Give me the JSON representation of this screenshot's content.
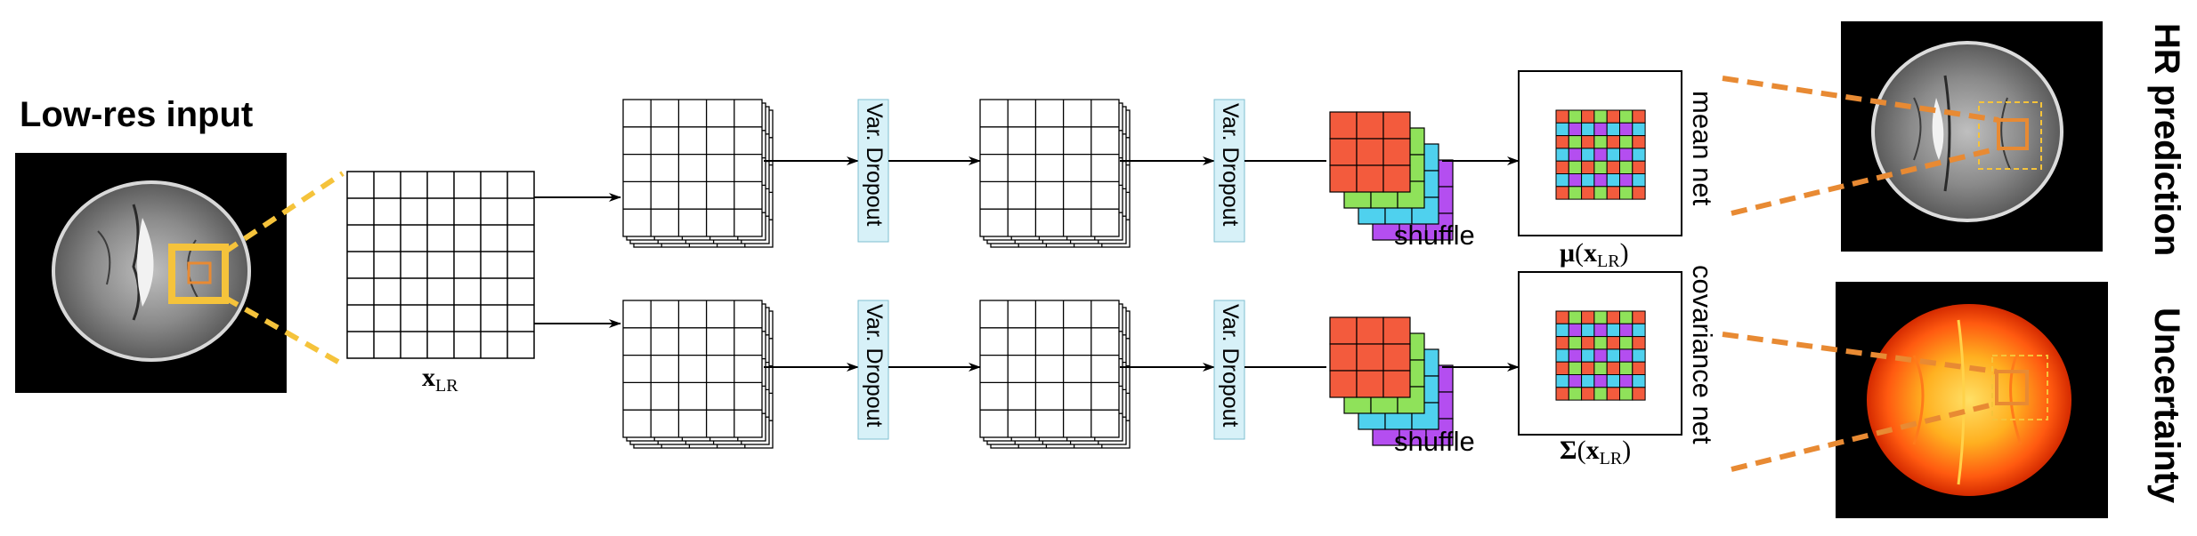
{
  "input": {
    "title": "Low-res input"
  },
  "features": {
    "label_main": "x",
    "label_sub": "LR"
  },
  "dropout": {
    "label": "Var. Dropout"
  },
  "shuffle": {
    "label": "shuffle"
  },
  "mean_branch": {
    "net_label": "mean net",
    "output_symbol": "μ",
    "output_arg_main": "x",
    "output_arg_sub": "LR"
  },
  "cov_branch": {
    "net_label": "covariance net",
    "output_symbol": "Σ",
    "output_arg_main": "x",
    "output_arg_sub": "LR"
  },
  "outputs": {
    "hr_label": "HR prediction",
    "uncertainty_label": "Uncertainty"
  },
  "colors": {
    "highlight_yellow": "#f5c33b",
    "highlight_orange": "#e88a33",
    "dropout_fill": "#d7f1f8",
    "tile_red": "#f35b3d",
    "tile_green": "#8fe25a",
    "tile_cyan": "#4fd1ee",
    "tile_purple": "#b44ef0"
  }
}
